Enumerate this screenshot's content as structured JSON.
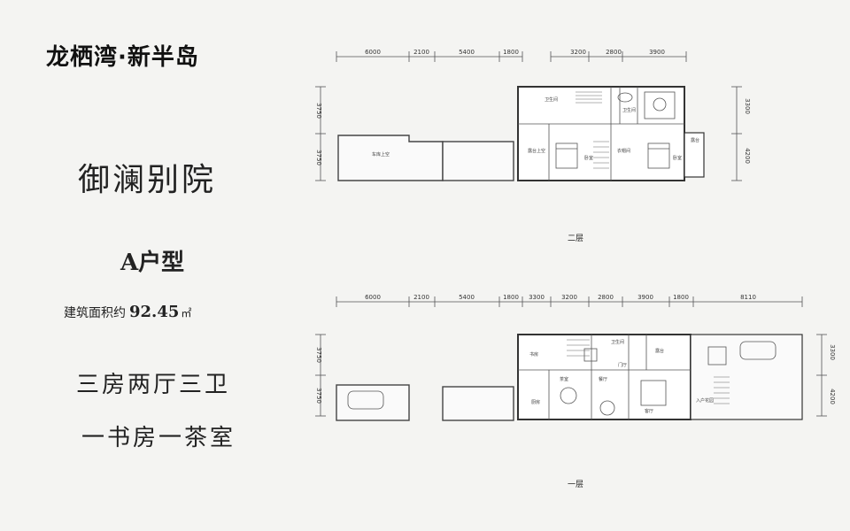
{
  "brand": "龙栖湾·新半岛",
  "project_name": "御澜别院",
  "unit_type": "A户型",
  "area": {
    "label": "建筑面积约",
    "value": "92.45",
    "unit": "㎡"
  },
  "features": [
    "三房两厅三卫",
    "一书房一茶室"
  ],
  "floor2": {
    "caption": "二层",
    "top_dims": [
      "6000",
      "2100",
      "5400",
      "1800",
      "3200",
      "2800",
      "3900"
    ],
    "left_dims": [
      "3750",
      "3750"
    ],
    "right_dims": [
      "3300",
      "4200"
    ],
    "rooms": [
      "卫生间",
      "卧室",
      "卧室",
      "露台",
      "衣帽间",
      "卫生间",
      "露台上空",
      "车库上空"
    ]
  },
  "floor1": {
    "caption": "一层",
    "top_dims": [
      "6000",
      "2100",
      "5400",
      "1800",
      "3300",
      "3200",
      "2800",
      "3900",
      "1800",
      "8110"
    ],
    "left_dims": [
      "3750",
      "3750"
    ],
    "right_dims": [
      "3300",
      "4200"
    ],
    "rooms": [
      "书房",
      "茶室",
      "客厅",
      "餐厅",
      "厨房",
      "卫生间",
      "门厅",
      "入户花园",
      "露台"
    ]
  }
}
